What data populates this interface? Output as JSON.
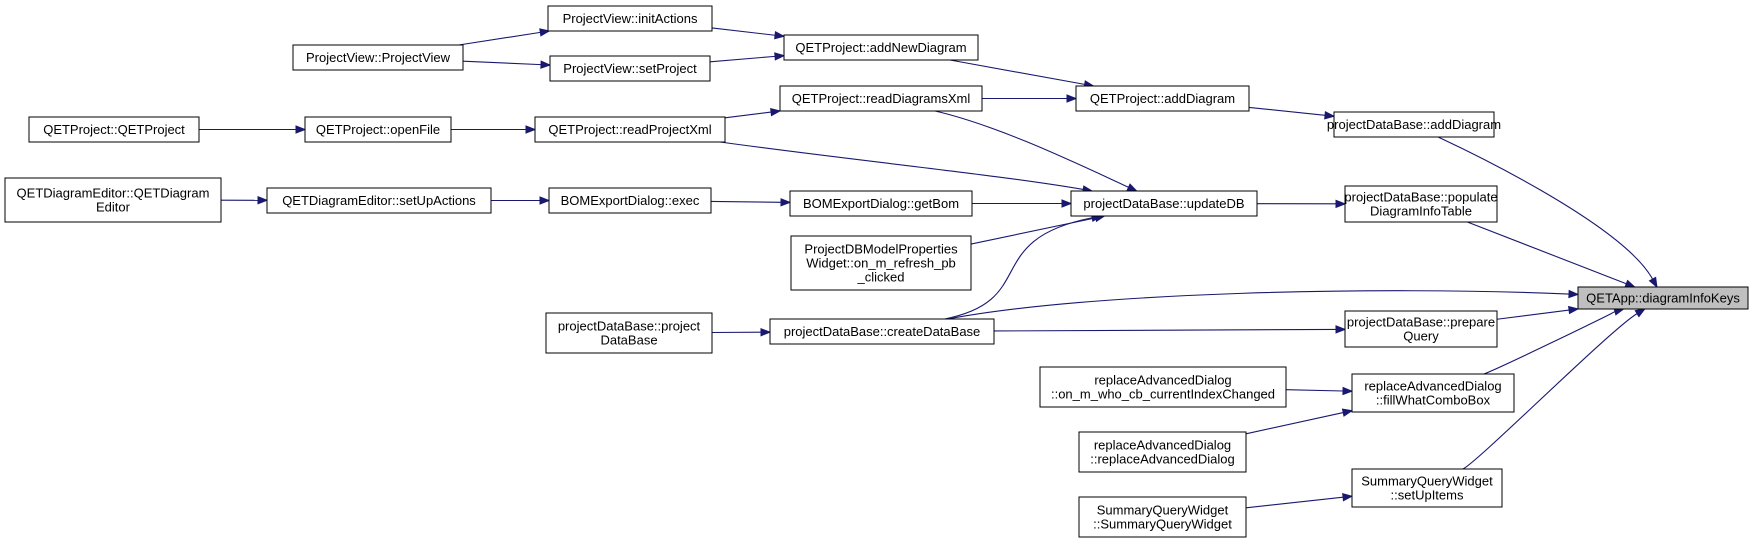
{
  "diagram": {
    "type": "call-graph",
    "nodes": [
      {
        "id": "diagramInfoKeys",
        "lines": [
          "QETApp::diagramInfoKeys"
        ],
        "focus": true
      },
      {
        "id": "pdb_addDiagram",
        "lines": [
          "projectDataBase::addDiagram"
        ]
      },
      {
        "id": "pdb_populate",
        "lines": [
          "projectDataBase::populate",
          "DiagramInfoTable"
        ]
      },
      {
        "id": "pdb_prepare",
        "lines": [
          "projectDataBase::prepare",
          "Query"
        ]
      },
      {
        "id": "rad_fill",
        "lines": [
          "replaceAdvancedDialog",
          "::fillWhatComboBox"
        ]
      },
      {
        "id": "sqw_setUp",
        "lines": [
          "SummaryQueryWidget",
          "::setUpItems"
        ]
      },
      {
        "id": "qp_addDiagram",
        "lines": [
          "QETProject::addDiagram"
        ]
      },
      {
        "id": "pdb_updateDB",
        "lines": [
          "projectDataBase::updateDB"
        ]
      },
      {
        "id": "pdb_createDataBase",
        "lines": [
          "projectDataBase::createDataBase"
        ]
      },
      {
        "id": "rad_onWho",
        "lines": [
          "replaceAdvancedDialog",
          "::on_m_who_cb_currentIndexChanged"
        ]
      },
      {
        "id": "rad_ctor",
        "lines": [
          "replaceAdvancedDialog",
          "::replaceAdvancedDialog"
        ]
      },
      {
        "id": "sqw_ctor",
        "lines": [
          "SummaryQueryWidget",
          "::SummaryQueryWidget"
        ]
      },
      {
        "id": "qp_addNewDiagram",
        "lines": [
          "QETProject::addNewDiagram"
        ]
      },
      {
        "id": "qp_readDiagramsXml",
        "lines": [
          "QETProject::readDiagramsXml"
        ]
      },
      {
        "id": "bom_getBom",
        "lines": [
          "BOMExportDialog::getBom"
        ]
      },
      {
        "id": "pdbmp_refresh",
        "lines": [
          "ProjectDBModelProperties",
          "Widget::on_m_refresh_pb",
          "_clicked"
        ]
      },
      {
        "id": "pdb_ctor",
        "lines": [
          "projectDataBase::project",
          "DataBase"
        ]
      },
      {
        "id": "pv_initActions",
        "lines": [
          "ProjectView::initActions"
        ]
      },
      {
        "id": "pv_setProject",
        "lines": [
          "ProjectView::setProject"
        ]
      },
      {
        "id": "qp_readProjectXml",
        "lines": [
          "QETProject::readProjectXml"
        ]
      },
      {
        "id": "bom_exec",
        "lines": [
          "BOMExportDialog::exec"
        ]
      },
      {
        "id": "pv_ctor",
        "lines": [
          "ProjectView::ProjectView"
        ]
      },
      {
        "id": "qp_openFile",
        "lines": [
          "QETProject::openFile"
        ]
      },
      {
        "id": "qde_setUpActions",
        "lines": [
          "QETDiagramEditor::setUpActions"
        ]
      },
      {
        "id": "qp_ctor",
        "lines": [
          "QETProject::QETProject"
        ]
      },
      {
        "id": "qde_ctor",
        "lines": [
          "QETDiagramEditor::QETDiagram",
          "Editor"
        ]
      }
    ],
    "edges": [
      {
        "from": "pdb_addDiagram",
        "to": "diagramInfoKeys"
      },
      {
        "from": "pdb_populate",
        "to": "diagramInfoKeys"
      },
      {
        "from": "pdb_createDataBase",
        "to": "diagramInfoKeys"
      },
      {
        "from": "pdb_prepare",
        "to": "diagramInfoKeys"
      },
      {
        "from": "rad_fill",
        "to": "diagramInfoKeys"
      },
      {
        "from": "sqw_setUp",
        "to": "diagramInfoKeys"
      },
      {
        "from": "qp_addDiagram",
        "to": "pdb_addDiagram"
      },
      {
        "from": "pdb_updateDB",
        "to": "pdb_populate"
      },
      {
        "from": "pdb_createDataBase",
        "to": "pdb_prepare"
      },
      {
        "from": "rad_onWho",
        "to": "rad_fill"
      },
      {
        "from": "rad_ctor",
        "to": "rad_fill"
      },
      {
        "from": "sqw_ctor",
        "to": "sqw_setUp"
      },
      {
        "from": "qp_addNewDiagram",
        "to": "qp_addDiagram"
      },
      {
        "from": "qp_readDiagramsXml",
        "to": "qp_addDiagram"
      },
      {
        "from": "qp_readDiagramsXml",
        "to": "pdb_updateDB"
      },
      {
        "from": "qp_readProjectXml",
        "to": "pdb_updateDB"
      },
      {
        "from": "bom_getBom",
        "to": "pdb_updateDB"
      },
      {
        "from": "pdbmp_refresh",
        "to": "pdb_updateDB"
      },
      {
        "from": "pdb_createDataBase",
        "to": "pdb_updateDB"
      },
      {
        "from": "pdb_ctor",
        "to": "pdb_createDataBase"
      },
      {
        "from": "pv_initActions",
        "to": "qp_addNewDiagram"
      },
      {
        "from": "pv_setProject",
        "to": "qp_addNewDiagram"
      },
      {
        "from": "qp_readProjectXml",
        "to": "qp_readDiagramsXml"
      },
      {
        "from": "bom_exec",
        "to": "bom_getBom"
      },
      {
        "from": "pv_ctor",
        "to": "pv_initActions"
      },
      {
        "from": "pv_ctor",
        "to": "pv_setProject"
      },
      {
        "from": "qp_openFile",
        "to": "qp_readProjectXml"
      },
      {
        "from": "qde_setUpActions",
        "to": "bom_exec"
      },
      {
        "from": "qp_ctor",
        "to": "qp_openFile"
      },
      {
        "from": "qde_ctor",
        "to": "qde_setUpActions"
      }
    ]
  },
  "colors": {
    "edge": "#191970",
    "node_border": "#000000",
    "node_fill": "#ffffff",
    "focus_fill": "#bfbfbf"
  }
}
